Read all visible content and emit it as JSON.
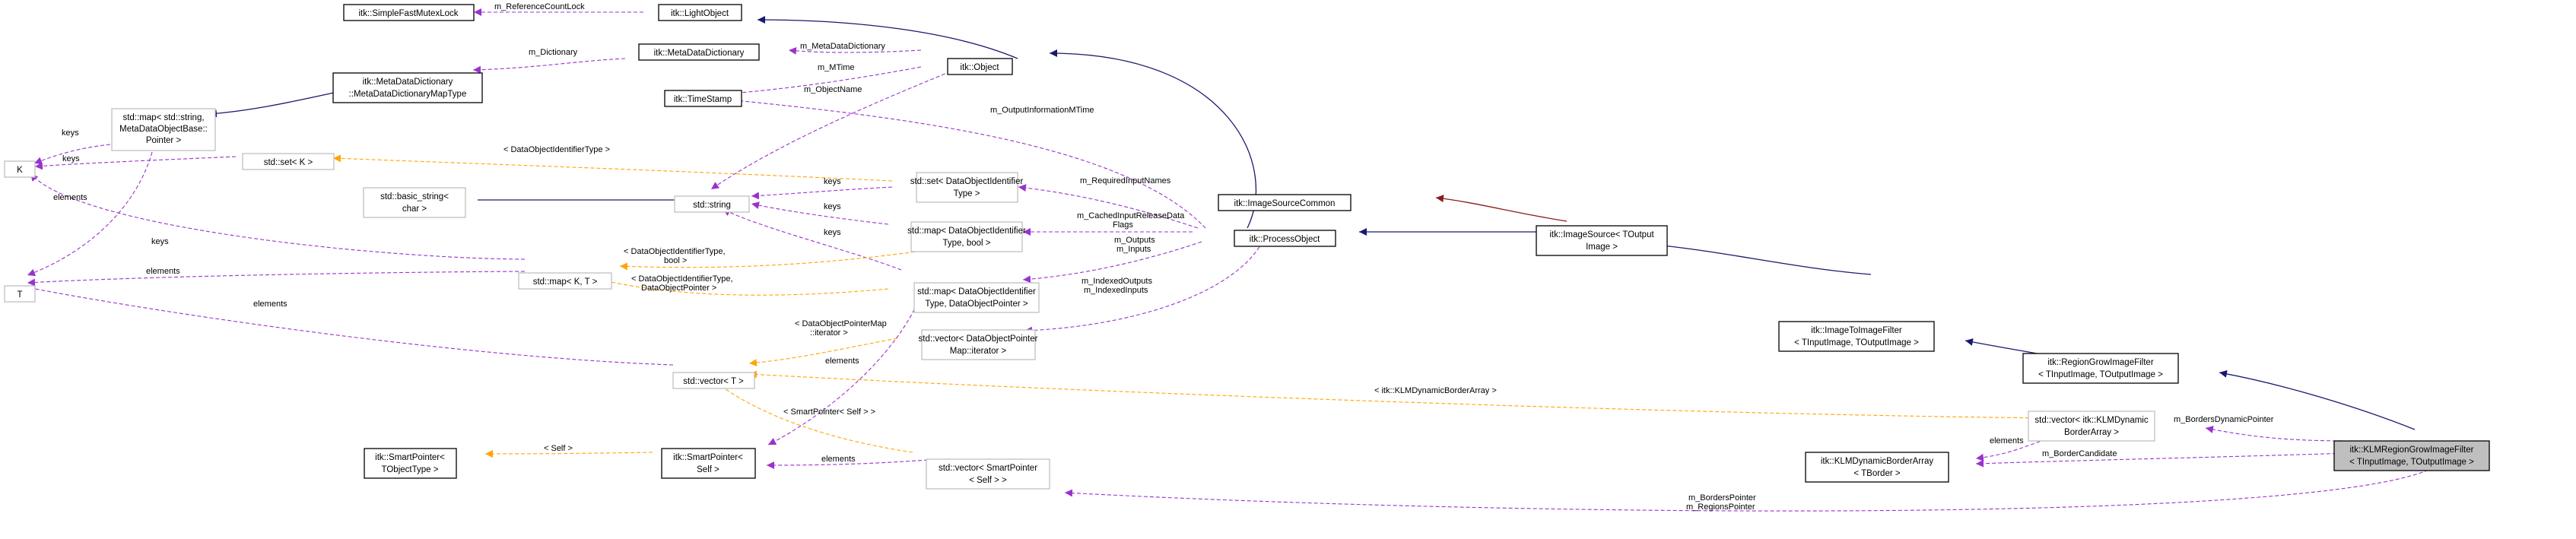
{
  "colors": {
    "inheritance": "#191970",
    "usage": "#9a32cd",
    "template": "#ffa500",
    "private": "#8b1a1a",
    "solid_border": "#000000",
    "template_border": "#bfbfbf",
    "highlight_fill": "#bfbfbf"
  },
  "nodes": {
    "simple_fast_mutex_lock": "itk::SimpleFastMutexLock",
    "light_object": "itk::LightObject",
    "meta_data_dictionary": "itk::MetaDataDictionary",
    "object": "itk::Object",
    "mdd_map_type_1": "itk::MetaDataDictionary",
    "mdd_map_type_2": "::MetaDataDictionaryMapType",
    "std_map_string_1": "std::map< std::string,",
    "std_map_string_2": "MetaDataObjectBase::",
    "std_map_string_3": "Pointer >",
    "time_stamp": "itk::TimeStamp",
    "k": "K",
    "std_set_k": "std::set< K >",
    "std_set_did_1": "std::set< DataObjectIdentifier",
    "std_set_did_2": "Type >",
    "image_source_common": "itk::ImageSourceCommon",
    "basic_string_1": "std::basic_string<",
    "basic_string_2": "char >",
    "std_string": "std::string",
    "std_map_did_bool_1": "std::map< DataObjectIdentifier",
    "std_map_did_bool_2": "Type, bool >",
    "process_object": "itk::ProcessObject",
    "image_source_1": "itk::ImageSource< TOutput",
    "image_source_2": "Image >",
    "t": "T",
    "std_map_k_t": "std::map< K, T >",
    "std_map_did_ptr_1": "std::map< DataObjectIdentifier",
    "std_map_did_ptr_2": "Type, DataObjectPointer >",
    "image_to_image_filter_1": "itk::ImageToImageFilter",
    "image_to_image_filter_2": "< TInputImage, TOutputImage >",
    "std_vector_dop_1": "std::vector< DataObjectPointer",
    "std_vector_dop_2": "Map::iterator >",
    "region_grow_1": "itk::RegionGrowImageFilter",
    "region_grow_2": "< TInputImage, TOutputImage >",
    "std_vector_t": "std::vector< T >",
    "std_vector_klm_1": "std::vector< itk::KLMDynamic",
    "std_vector_klm_2": "BorderArray >",
    "smart_pointer_tobj_1": "itk::SmartPointer<",
    "smart_pointer_tobj_2": "TObjectType >",
    "smart_pointer_self_1": "itk::SmartPointer<",
    "smart_pointer_self_2": "Self >",
    "std_vector_sp_1": "std::vector< SmartPointer",
    "std_vector_sp_2": "< Self > >",
    "klm_border_array_1": "itk::KLMDynamicBorderArray",
    "klm_border_array_2": "< TBorder >",
    "klm_filter_1": "itk::KLMRegionGrowImageFilter",
    "klm_filter_2": "< TInputImage, TOutputImage >"
  },
  "edge_labels": {
    "reference_count_lock": "m_ReferenceCountLock",
    "meta_data_dictionary": "m_MetaDataDictionary",
    "dictionary": "m_Dictionary",
    "mtime": "m_MTime",
    "object_name": "m_ObjectName",
    "keys_map": "keys",
    "elements_map": "elements",
    "keys_set": "keys",
    "output_information_mtime": "m_OutputInformationMTime",
    "data_object_identifier_type": "< DataObjectIdentifierType >",
    "keys_set_did": "keys",
    "required_input_names": "m_RequiredInputNames",
    "keys_map_bool": "keys",
    "keys_map_ptr": "keys",
    "cached_input_1": "m_CachedInputReleaseData",
    "cached_input_2": "Flags",
    "outputs": "m_Outputs",
    "inputs": "m_Inputs",
    "keys_map_kt": "keys",
    "elements_map_kt": "elements",
    "did_bool_1": "< DataObjectIdentifierType,",
    "did_bool_2": "bool >",
    "did_ptr_1": "< DataObjectIdentifierType,",
    "did_ptr_2": "DataObjectPointer >",
    "indexed_outputs": "m_IndexedOutputs",
    "indexed_inputs": "m_IndexedInputs",
    "elements_vector_t": "elements",
    "dop_map_iter_1": "< DataObjectPointerMap",
    "dop_map_iter_2": "::iterator >",
    "elements_sp_map": "elements",
    "klm_border_array_tmpl": "< itk::KLMDynamicBorderArray >",
    "smart_pointer_self_tmpl": "< SmartPointer< Self > >",
    "self_tmpl": "< Self >",
    "elements_sp_vector": "elements",
    "elements_klm": "elements",
    "borders_dynamic_pointer": "m_BordersDynamicPointer",
    "border_candidate": "m_BorderCandidate",
    "borders_pointer": "m_BordersPointer",
    "regions_pointer": "m_RegionsPointer"
  }
}
